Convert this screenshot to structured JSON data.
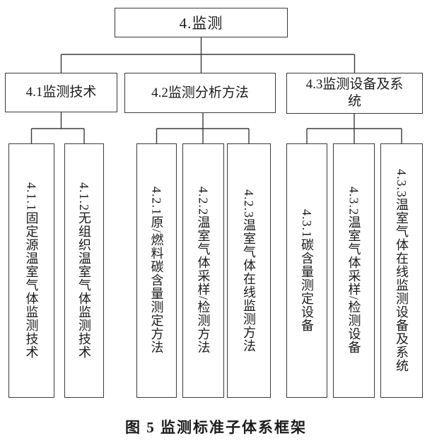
{
  "figure": {
    "root": {
      "label": "4.监测"
    },
    "branches": [
      {
        "label": "4.1监测技术",
        "children": [
          {
            "label": "4.1.1固定源温室气体监测技术"
          },
          {
            "label": "4.1.2无组织温室气体监测技术"
          }
        ]
      },
      {
        "label": "4.2监测分析方法",
        "children": [
          {
            "label": "4.2.1原/燃料碳含量测定方法"
          },
          {
            "label": "4.2.2温室气体采样/检测方法"
          },
          {
            "label": "4.2.3温室气体在线监测方法"
          }
        ]
      },
      {
        "label": "4.3监测设备及系统",
        "children": [
          {
            "label": "4.3.1碳含量测定设备"
          },
          {
            "label": "4.3.2温室气体采样/检测设备"
          },
          {
            "label": "4.3.3温室气体在线监测设备及系统"
          }
        ]
      }
    ],
    "caption": "图 5 监测标准子体系框架"
  },
  "colors": {
    "background": "#ffffff",
    "line": "#3b3b3b",
    "text": "#1c1c1c"
  }
}
